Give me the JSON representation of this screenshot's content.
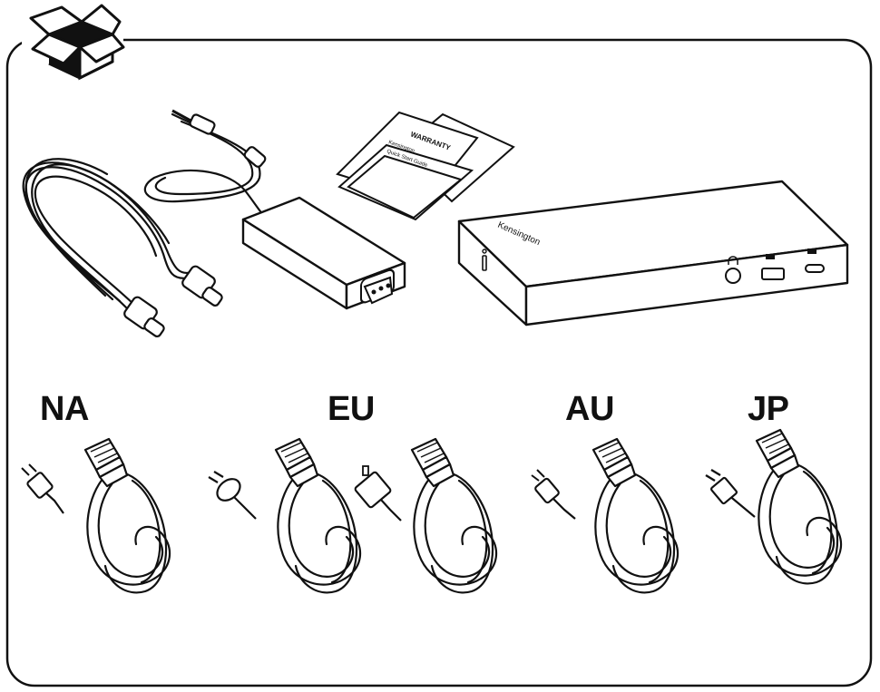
{
  "colors": {
    "stroke": "#111111",
    "fill": "#ffffff"
  },
  "icons": {
    "box": "open-box-icon",
    "hdmi_cable": "usb-c-cable-icon",
    "power_adapter": "power-adapter-icon",
    "documents": "documents-icon",
    "dock": "docking-station-icon",
    "power_cord": "power-cord-icon"
  },
  "documents": {
    "warranty": "WARRANTY",
    "brand": "Kensington",
    "guide": "Quick Start Guide"
  },
  "dock": {
    "brand": "Kensington"
  },
  "regions": [
    {
      "label": "NA"
    },
    {
      "label": "EU"
    },
    {
      "label": "AU"
    },
    {
      "label": "JP"
    }
  ]
}
